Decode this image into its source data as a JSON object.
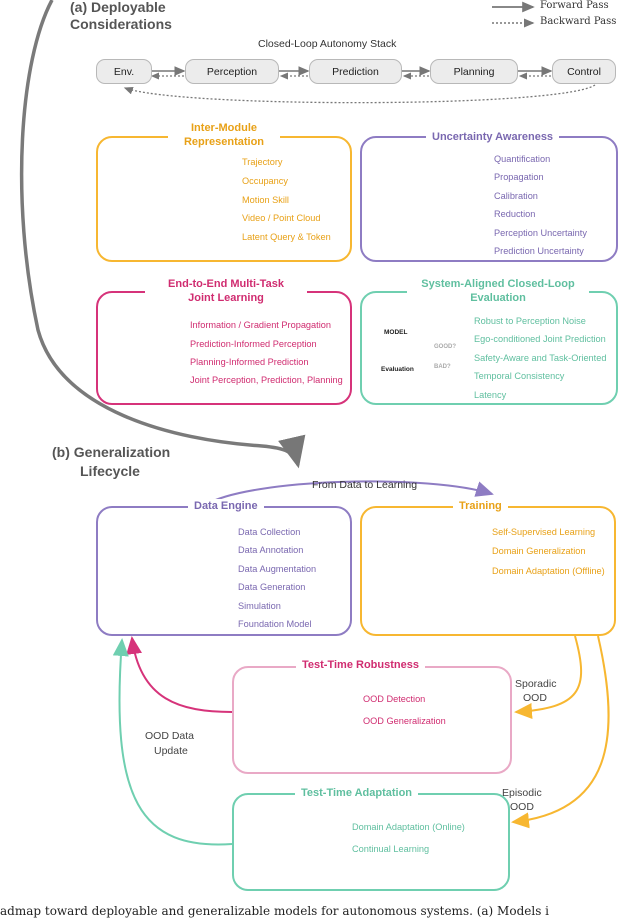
{
  "colors": {
    "orange": "#f7b731",
    "purple": "#8e7cc3",
    "pink": "#d6337a",
    "teal": "#6fcfb0",
    "gray": "#777777",
    "text_orange": "#e8a117",
    "text_purple": "#7a68b0",
    "text_pink": "#d02c70",
    "text_teal": "#5fbf9f"
  },
  "legend": {
    "forward": "Forward Pass",
    "backward": "Backward Pass"
  },
  "section_a": {
    "label_line1": "(a)  Deployable",
    "label_line2": "Considerations"
  },
  "stack": {
    "title": "Closed-Loop Autonomy Stack",
    "nodes": [
      "Env.",
      "Perception",
      "Prediction",
      "Planning",
      "Control"
    ]
  },
  "inter_module": {
    "title_line1": "Inter-Module",
    "title_line2": "Representation",
    "items": [
      "Trajectory",
      "Occupancy",
      "Motion Skill",
      "Video / Point Cloud",
      "Latent Query & Token"
    ]
  },
  "uncertainty": {
    "title": "Uncertainty Awareness",
    "items": [
      "Quantification",
      "Propagation",
      "Calibration",
      "Reduction",
      "Perception Uncertainty",
      "Prediction Uncertainty"
    ]
  },
  "e2e": {
    "title_line1": "End-to-End Multi-Task",
    "title_line2": "Joint Learning",
    "items": [
      "Information / Gradient Propagation",
      "Prediction-Informed Perception",
      "Planning-Informed Prediction",
      "Joint Perception, Prediction, Planning"
    ]
  },
  "eval": {
    "title_line1": "System-Aligned Closed-Loop",
    "title_line2": "Evaluation",
    "icon_model": "MODEL",
    "icon_eval": "Evaluation",
    "icon_good": "GOOD?",
    "icon_bad": "BAD?",
    "items": [
      "Robust to Perception Noise",
      "Ego-conditioned Joint Prediction",
      "Safety-Aware and Task-Oriented",
      "Temporal Consistency",
      "Latency"
    ]
  },
  "section_b": {
    "label_line1": "(b) Generalization",
    "label_line2": "Lifecycle"
  },
  "flow_label": "From Data to Learning",
  "data_engine": {
    "title": "Data Engine",
    "items": [
      "Data Collection",
      "Data Annotation",
      "Data Augmentation",
      "Data Generation",
      "Simulation",
      "Foundation Model"
    ]
  },
  "training": {
    "title": "Training",
    "items": [
      "Self-Supervised Learning",
      "Domain Generalization",
      "Domain Adaptation (Offline)"
    ]
  },
  "robustness": {
    "title": "Test-Time Robustness",
    "items": [
      "OOD Detection",
      "OOD Generalization"
    ]
  },
  "adaptation": {
    "title": "Test-Time Adaptation",
    "items": [
      "Domain Adaptation (Online)",
      "Continual Learning"
    ]
  },
  "side_labels": {
    "sporadic_1": "Sporadic",
    "sporadic_2": "OOD",
    "episodic_1": "Episodic",
    "episodic_2": "OOD",
    "ood_update_1": "OOD Data",
    "ood_update_2": "Update"
  },
  "caption": "admap toward deployable and generalizable models for autonomous systems.  (a) Models i"
}
